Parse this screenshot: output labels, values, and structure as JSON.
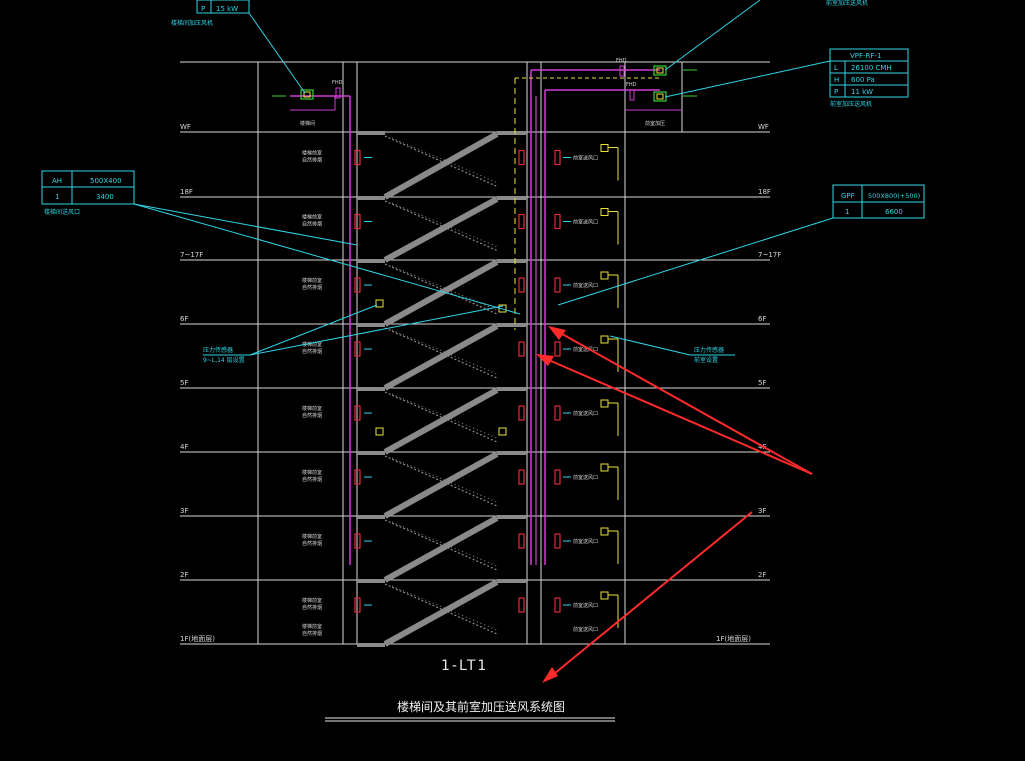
{
  "drawing": {
    "system_label": "1-LT1",
    "title": "楼梯间及其前室加压送风系统图"
  },
  "floors": [
    "WF",
    "18F",
    "7~17F",
    "6F",
    "5F",
    "4F",
    "3F",
    "2F",
    "1F(地面层)"
  ],
  "tables": {
    "top_left": {
      "row": [
        "P",
        "15 kW"
      ],
      "caption": "楼梯间加压风机"
    },
    "top_right": {
      "header": "VPF-RF-1",
      "rows": [
        [
          "L",
          "26100 CMH"
        ],
        [
          "H",
          "600 Pa"
        ],
        [
          "P",
          "11 kW"
        ]
      ],
      "caption": "前室加压送风机"
    },
    "left": {
      "rows": [
        [
          "AH",
          "500X400"
        ],
        [
          "1",
          "3400"
        ]
      ],
      "caption": "楼梯间送风口"
    },
    "right": {
      "rows": [
        [
          "GPF",
          "500X800(+500)"
        ],
        [
          "1",
          "6600"
        ]
      ]
    }
  },
  "callouts": {
    "left_note_1": "压力传感器",
    "left_note_2": "9~L,14 层设置",
    "right_note_1": "压力传感器",
    "right_note_2": "前室设置"
  },
  "roof_labels": {
    "left": "楼梯间",
    "right": "前室加压"
  },
  "valve_labels": {
    "fd": "FHD"
  },
  "stair_room_label": [
    "楼梯前室",
    "自然排烟"
  ],
  "vestibule_label": "前室送风口",
  "colors": {
    "background": "#000000",
    "floor_line": "#d8d8d8",
    "stairs": "#8a8a8a",
    "duct": "#d23cd2",
    "cyan": "#2fd3e6",
    "yellow": "#e8e43a",
    "green": "#3ad13a",
    "red_valve": "#e02a3a",
    "arrow_red": "#ff2a2a"
  }
}
